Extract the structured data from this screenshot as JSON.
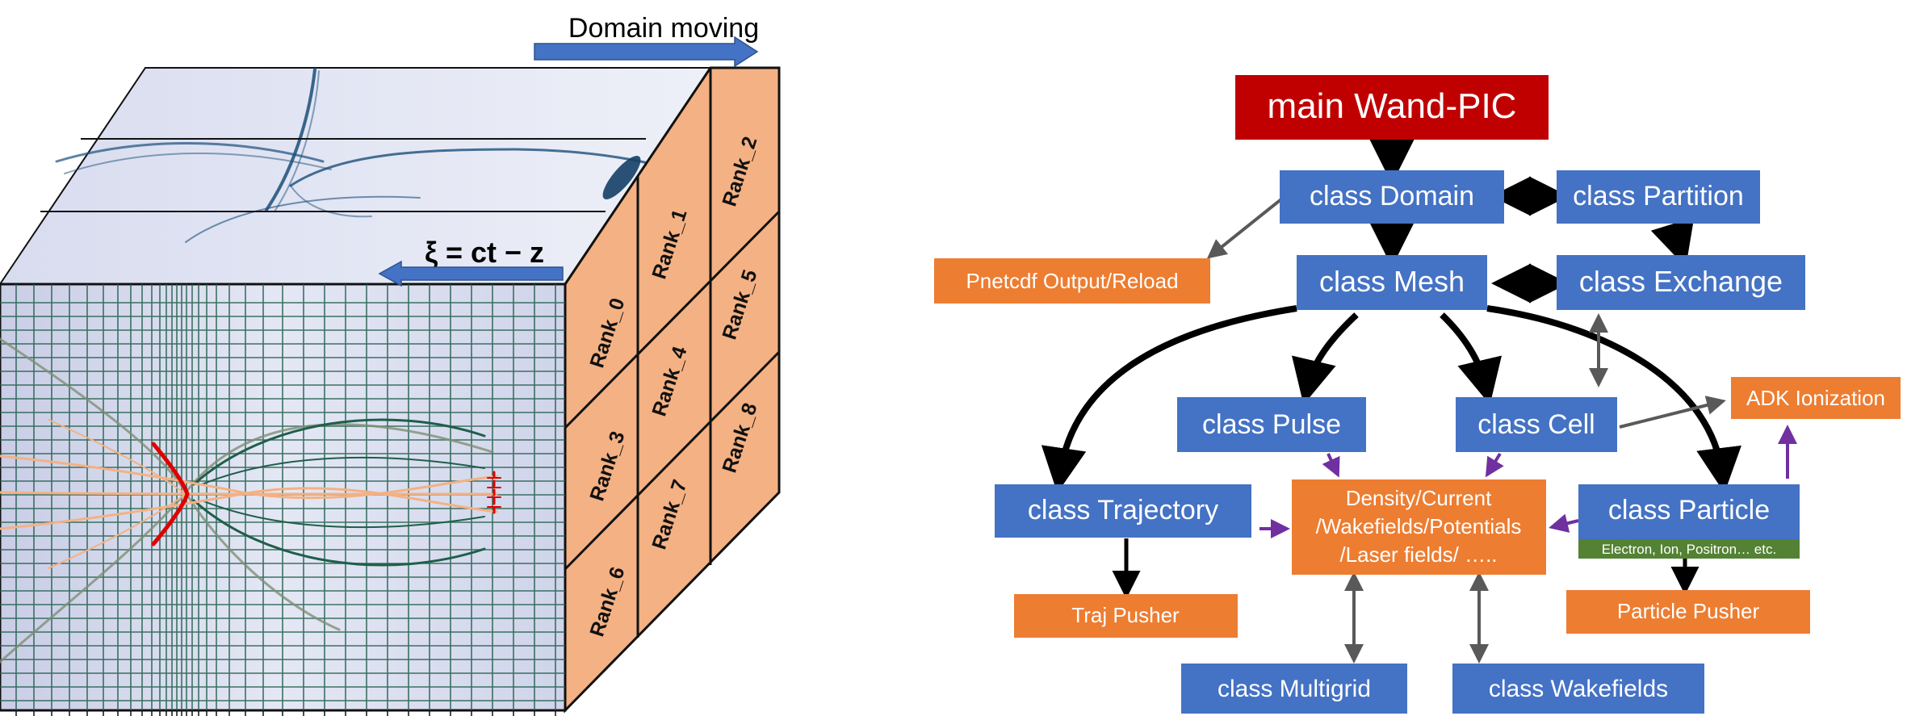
{
  "left": {
    "domain_moving": "Domain moving",
    "xi_label": "ξ = ct − z",
    "ranks": [
      "Rank_0",
      "Rank_1",
      "Rank_2",
      "Rank_3",
      "Rank_4",
      "Rank_5",
      "Rank_6",
      "Rank_7",
      "Rank_8"
    ]
  },
  "right": {
    "main": "main Wand-PIC",
    "domain": "class Domain",
    "partition": "class Partition",
    "pnetcdf": "Pnetcdf Output/Reload",
    "mesh": "class Mesh",
    "exchange": "class Exchange",
    "pulse": "class Pulse",
    "cell": "class Cell",
    "adk": "ADK Ionization",
    "trajectory": "class Trajectory",
    "fields_1": "Density/Current",
    "fields_2": "/Wakefields/Potentials",
    "fields_3": "/Laser fields/ …..",
    "particle": "class Particle",
    "particle_types": "Electron, Ion, Positron… etc.",
    "traj_pusher": "Traj Pusher",
    "particle_pusher": "Particle Pusher",
    "multigrid": "class Multigrid",
    "wakefields": "class Wakefields"
  },
  "colors": {
    "blue_box": "#4472c4",
    "orange_box": "#ed7d31",
    "red_box": "#c00000",
    "green_bar": "#548235",
    "rank_face": "#f4b183",
    "purple_arrow": "#7030a0",
    "gray_arrow": "#595959"
  }
}
